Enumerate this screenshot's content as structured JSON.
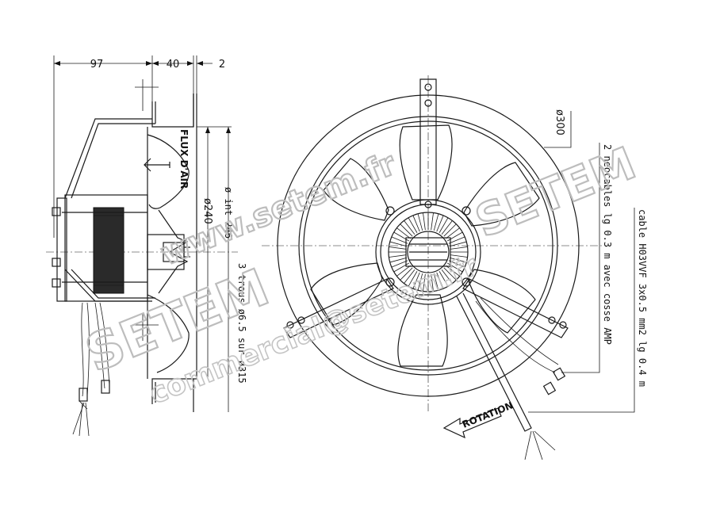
{
  "dimensions": {
    "d97": "97",
    "d40": "40",
    "d2": "2",
    "d300": "ø300",
    "d240": "ø240",
    "dint246": "ø int 246"
  },
  "labels": {
    "airflow": "FLUX D'AIR",
    "holes": "3 trous ø6.5 sur ø315",
    "neocables": "2 neocables lg 0.3 m avec cosse AMP",
    "cable": "cable H03VVF 3x0.5 mm2 lg 0.4 m",
    "rotation": "ROTATION"
  },
  "watermark": {
    "site": "www.setem.fr",
    "brand": "SETEM",
    "brand2": "SETEM",
    "email": "commercial@setem.fr"
  },
  "colors": {
    "line": "#1a1a1a",
    "watermark": "#bdbdbd"
  }
}
